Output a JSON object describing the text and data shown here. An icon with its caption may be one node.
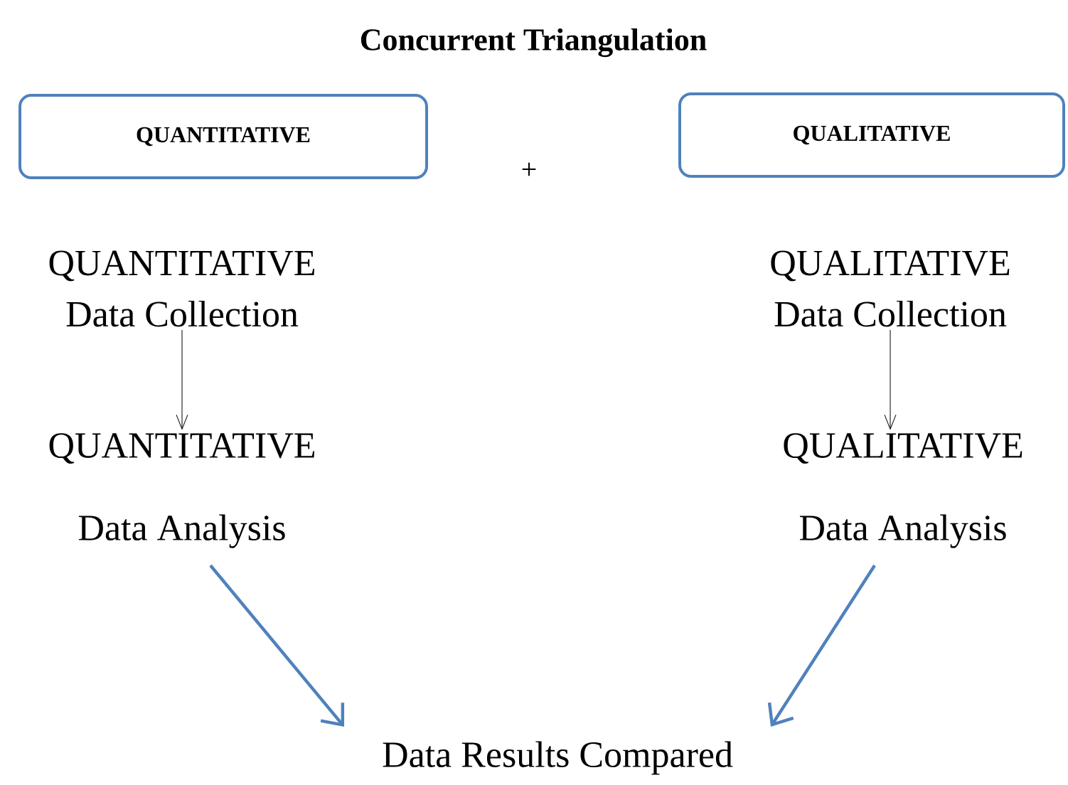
{
  "diagram": {
    "title": "Concurrent Triangulation",
    "nodes": [
      {
        "text": [
          "QUANTITATIVE"
        ]
      },
      {
        "text": [
          "QUALITATIVE"
        ]
      },
      {
        "text": [
          "QUANTITATIVE",
          "Data Collection"
        ]
      },
      {
        "text": [
          "QUALITATIVE",
          "Data Collection"
        ]
      },
      {
        "text": [
          "QUANTITATIVE",
          "Data Analysis"
        ]
      },
      {
        "text": [
          "QUALITATIVE",
          "Data   Analysis"
        ]
      },
      {
        "text": [
          "Data Results Compared"
        ]
      }
    ],
    "edges": [
      {
        "from": 2,
        "to": 4,
        "arrow": "to"
      },
      {
        "from": 3,
        "to": 5,
        "arrow": "to"
      },
      {
        "from": 4,
        "to": 6,
        "arrow": "to",
        "style": "thick",
        "color": "#4f81bd"
      },
      {
        "from": 5,
        "to": 6,
        "arrow": "to",
        "style": "thick",
        "color": "#4f81bd"
      }
    ],
    "labels": [
      "+"
    ]
  }
}
